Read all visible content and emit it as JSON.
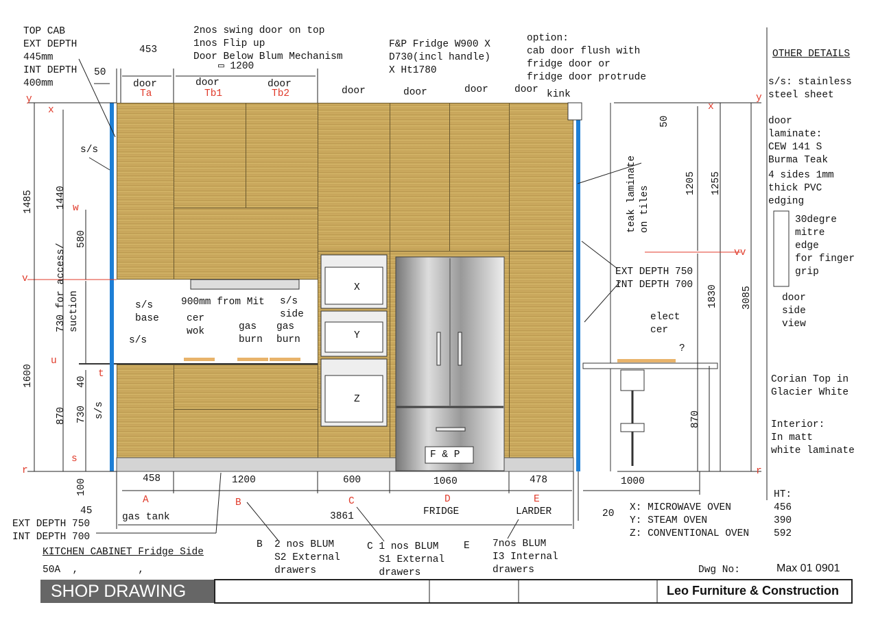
{
  "notes": {
    "top_cab": "TOP CAB\nEXT DEPTH\n445mm\nINT DEPTH\n400mm",
    "swing": "2nos swing door on top\n1nos Flip up\nDoor Below Blum Mechanism",
    "w1200": "▭ 1200",
    "fridge_spec": "F&P Fridge W900 X\nD730(incl handle)\nX Ht1780",
    "option": "option:\ncab door flush with\nfridge door or\nfridge door protrude",
    "other_title": "OTHER DETAILS",
    "ss_def": "s/s: stainless\nsteel sheet",
    "laminate": "door\nlaminate:\nCEW 141 S\nBurma Teak",
    "edging": "4 sides 1mm\nthick PVC\nedging",
    "mitre": "30degre\nmitre\nedge\nfor finger\ngrip",
    "side_view": "door\nside\nview",
    "corian": "Corian Top in\nGlacier White",
    "interior": "Interior:\nIn matt\nwhite laminate",
    "teak": "teak laminate\non tiles",
    "ext_int_r": "EXT DEPTH 750\nINT DEPTH 700",
    "ext_int_l": "EXT DEPTH 750\nINT DEPTH 700",
    "elect": "elect\ncer",
    "q": "?",
    "ss1": "s/s",
    "ss_base": "s/s\nbase",
    "mit": "900mm from Mit",
    "ss_side": "s/s\nside",
    "cer_wok": "cer\nwok",
    "gas1": "gas\nburn",
    "gas2": "gas\nburn",
    "ss2": "s/s",
    "ss3": "s/s",
    "access": "730 for access/\nsuction",
    "gas_tank": "gas tank",
    "fridge_lbl": "FRIDGE",
    "larder": "LARDER",
    "b_note": "B  2 nos BLUM\n   S2 External\n   drawers",
    "c_note": "C 1 nos BLUM\n  S1 External\n  drawers",
    "e_note": "E",
    "e7_note": "7nos BLUM\nI3 Internal\ndrawers",
    "appliances": "X: MICROWAVE OVEN\nY: STEAM OVEN\nZ: CONVENTIONAL OVEN",
    "ht": "HT:\n456\n390\n592",
    "kitchen": "KITCHEN CABINET Fridge Side",
    "code": "50A  ,          ,"
  },
  "doors": {
    "d_ta": "door",
    "ta": "Ta",
    "d_tb1": "door",
    "tb1": "Tb1",
    "d_tb2": "door",
    "tb2": "Tb2",
    "d1": "door",
    "d2": "door",
    "d3": "door",
    "d4": "door",
    "kink": "kink"
  },
  "dims": {
    "d453": "453",
    "d50": "50",
    "d1485": "1485",
    "d1440": "1440",
    "d580": "580",
    "d1600": "1600",
    "d40": "40",
    "d870": "870",
    "d730": "730",
    "d100": "100",
    "d45": "45",
    "d3861": "3861",
    "d20": "20",
    "d1205": "1205",
    "d1255": "1255",
    "d50r": "50",
    "d1830": "1830",
    "d3085": "3085",
    "d870r": "870",
    "w458": "458",
    "w1200": "1200",
    "w600": "600",
    "w1060": "1060",
    "w478": "478",
    "w1000": "1000"
  },
  "sections": {
    "A": "A",
    "B": "B",
    "C": "C",
    "D": "D",
    "E": "E"
  },
  "markers": {
    "y": "y",
    "x": "x",
    "w": "w",
    "v": "v",
    "u": "u",
    "t": "t",
    "s": "s",
    "r": "r",
    "xr": "x",
    "yr": "y",
    "vv": "vv",
    "rr": "r"
  },
  "appliance_labels": {
    "X": "X",
    "Y": "Y",
    "Z": "Z",
    "fp": "F & P"
  },
  "title_block": {
    "shop": "SHOP DRAWING",
    "company": "Leo Furniture & Construction",
    "dwg_label": "Dwg No:",
    "dwg_no": "Max 01 0901"
  },
  "colors": {
    "wood": "#c9a85c",
    "stainless": "#1e7fd6",
    "marker": "#e03a2a",
    "title_bg": "#666666"
  }
}
